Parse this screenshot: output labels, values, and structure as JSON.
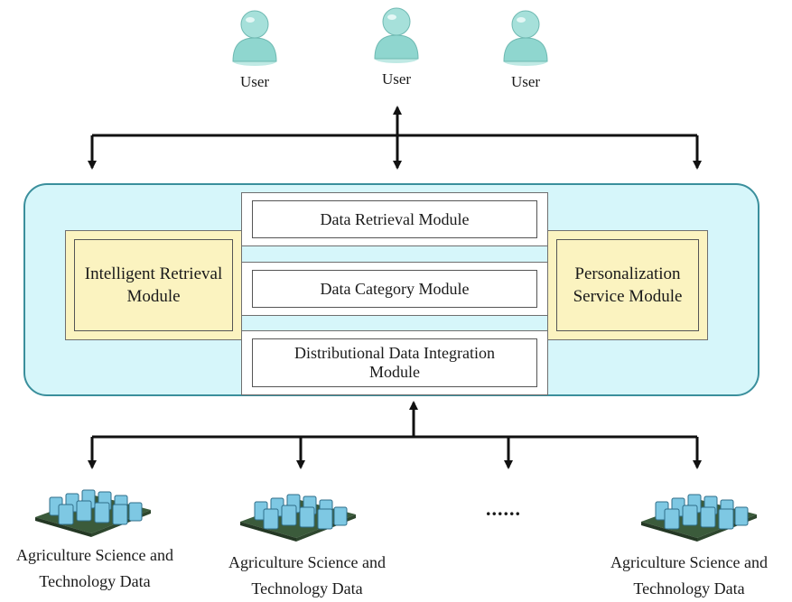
{
  "users": [
    {
      "label": "User"
    },
    {
      "label": "User"
    },
    {
      "label": "User"
    }
  ],
  "modules": {
    "left": "Intelligent Retrieval Module",
    "right": "Personalization Service Module",
    "layers": [
      "Data Retrieval Module",
      "Data Category Module",
      "Distributional Data Integration Module"
    ]
  },
  "data_sources": [
    {
      "label": "Agriculture Science and Technology Data"
    },
    {
      "label": "Agriculture Science and Technology Data"
    },
    {
      "label": "Agriculture Science and Technology Data"
    }
  ],
  "ellipsis": "......",
  "colors": {
    "platform_fill": "#d6f6fa",
    "platform_border": "#3a8f9c",
    "side_module_fill": "#fbf3c0",
    "user_icon": "#8fd6cf",
    "database_icon": "#7ec8e3"
  },
  "icons": {
    "user": "user-icon",
    "database": "database-cluster-icon"
  }
}
